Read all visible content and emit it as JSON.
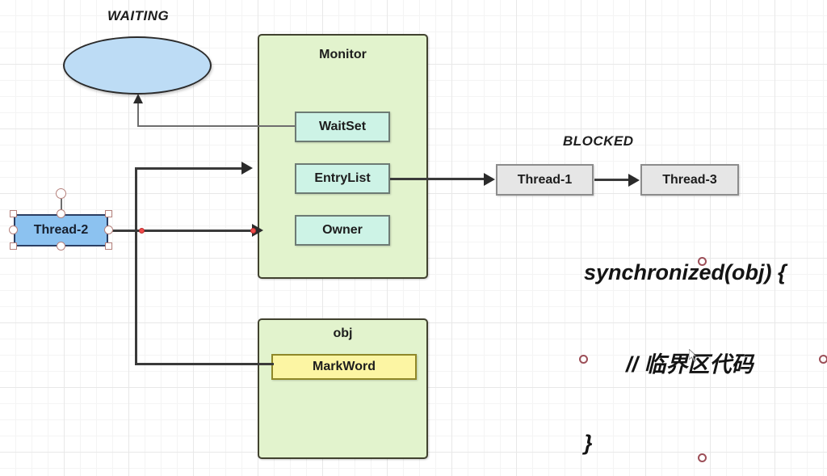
{
  "diagram": {
    "title": "Java synchronized Monitor diagram",
    "states": {
      "waiting_label": "WAITING",
      "blocked_label": "BLOCKED"
    },
    "waiting_ellipse": {
      "label": "",
      "fill": "#bddcf5",
      "stroke": "#2b2b2b"
    },
    "monitor": {
      "title": "Monitor",
      "fill": "#e2f3cd",
      "stroke": "#41422f",
      "slots": [
        {
          "label": "WaitSet",
          "fill": "#cdf3e6"
        },
        {
          "label": "EntryList",
          "fill": "#cdf3e6"
        },
        {
          "label": "Owner",
          "fill": "#cdf3e6"
        }
      ]
    },
    "obj": {
      "title": "obj",
      "fill": "#e2f3cd",
      "stroke": "#41422f",
      "slots": [
        {
          "label": "MarkWord",
          "fill": "#fcf5a3"
        }
      ]
    },
    "threads": {
      "selected": {
        "label": "Thread-2",
        "fill": "#8cc2f0",
        "stroke": "#2b3f63",
        "selected": true
      },
      "blocked_queue": [
        {
          "label": "Thread-1",
          "fill": "#e6e6e6",
          "stroke": "#8c8c8c"
        },
        {
          "label": "Thread-3",
          "fill": "#e6e6e6",
          "stroke": "#8c8c8c"
        }
      ]
    },
    "code_block": {
      "lines": [
        {
          "text": "synchronized(obj) {",
          "size": 27
        },
        {
          "text": "// 临界区代码",
          "size": 27
        },
        {
          "text": "}",
          "size": 27
        }
      ]
    },
    "connectors": [
      {
        "name": "waitset-to-waiting",
        "from": "WaitSet",
        "to": "WAITING",
        "arrow": "up"
      },
      {
        "name": "thread2-to-entrylist",
        "from": "Thread-2",
        "to": "EntryList",
        "arrow": "right"
      },
      {
        "name": "thread2-to-owner",
        "from": "Thread-2",
        "to": "Owner",
        "arrow": "right"
      },
      {
        "name": "entrylist-to-thread1",
        "from": "EntryList",
        "to": "Thread-1",
        "arrow": "right"
      },
      {
        "name": "thread1-to-thread3",
        "from": "Thread-1",
        "to": "Thread-3",
        "arrow": "right"
      },
      {
        "name": "markword-to-monitor",
        "from": "MarkWord",
        "to": "Monitor",
        "arrow": "none"
      }
    ]
  }
}
